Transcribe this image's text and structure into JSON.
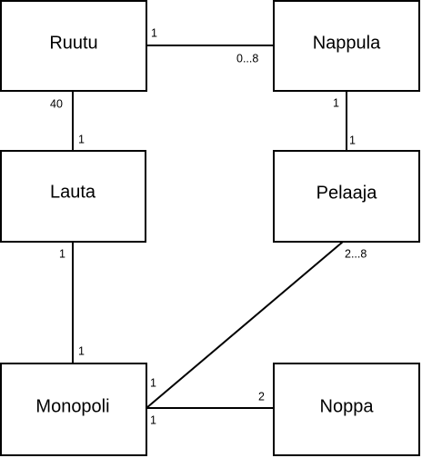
{
  "classes": {
    "ruutu": "Ruutu",
    "nappula": "Nappula",
    "lauta": "Lauta",
    "pelaaja": "Pelaaja",
    "monopoli": "Monopoli",
    "noppa": "Noppa"
  },
  "multiplicities": {
    "ruutu_nappula_at_ruutu": "1",
    "ruutu_nappula_at_nappula": "0...8",
    "ruutu_lauta_at_ruutu": "40",
    "ruutu_lauta_at_lauta": "1",
    "nappula_pelaaja_at_nappula": "1",
    "nappula_pelaaja_at_pelaaja": "1",
    "lauta_monopoli_at_lauta": "1",
    "lauta_monopoli_at_monopoli": "1",
    "pelaaja_monopoli_at_pelaaja": "2...8",
    "pelaaja_monopoli_at_monopoli": "1",
    "monopoli_noppa_at_monopoli": "1",
    "monopoli_noppa_at_noppa": "2"
  }
}
